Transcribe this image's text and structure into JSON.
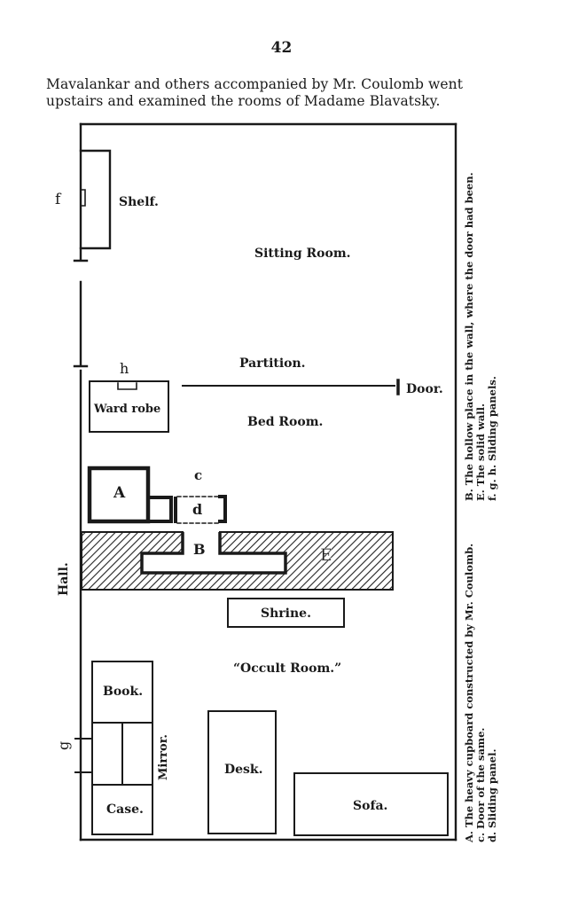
{
  "page": {
    "number": "42",
    "intro_lines": [
      "Mavalankar and others accompanied by Mr. Coulomb went",
      "upstairs and examined the rooms of Madame Blavatsky."
    ]
  },
  "plan": {
    "rooms": {
      "sitting_room": "Sitting Room.",
      "bed_room": "Bed Room.",
      "occult_room": "“Occult Room.”",
      "hall": "Hall."
    },
    "labels": {
      "partition": "Partition.",
      "door": "Door.",
      "shelf": "Shelf.",
      "wardrobe": "Ward robe",
      "shrine": "Shrine.",
      "book": "Book.",
      "case": "Case.",
      "mirror": "Mirror.",
      "desk": "Desk.",
      "sofa": "Sofa."
    },
    "markers": {
      "f": "f",
      "h": "h",
      "g": "g",
      "A": "A",
      "B": "B",
      "c": "c",
      "d": "d",
      "E": "E"
    }
  },
  "legend": {
    "left_column": [
      "A.  The heavy cupboard constructed by Mr. Coulomb.",
      "c.  Door of the same.",
      "d.  Sliding panel."
    ],
    "right_column": [
      "B.  The hollow place in the wall, where the door had been.",
      "E.  The solid wall.",
      "f.  g. h. Sliding panels."
    ]
  }
}
